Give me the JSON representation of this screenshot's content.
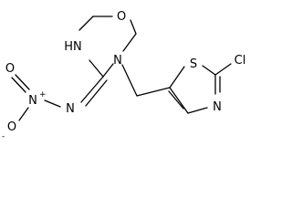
{
  "molecule": {
    "atoms": {
      "oxygen_ring": "O",
      "nh": "HN",
      "n_ring": "N",
      "n_imine": "N",
      "n_nitro": "N",
      "o_nitro_top": "O",
      "o_nitro_bottom": "O",
      "plus": "+",
      "minus": "-",
      "sulfur": "S",
      "n_thiazole": "N",
      "chlorine": "Cl"
    }
  }
}
